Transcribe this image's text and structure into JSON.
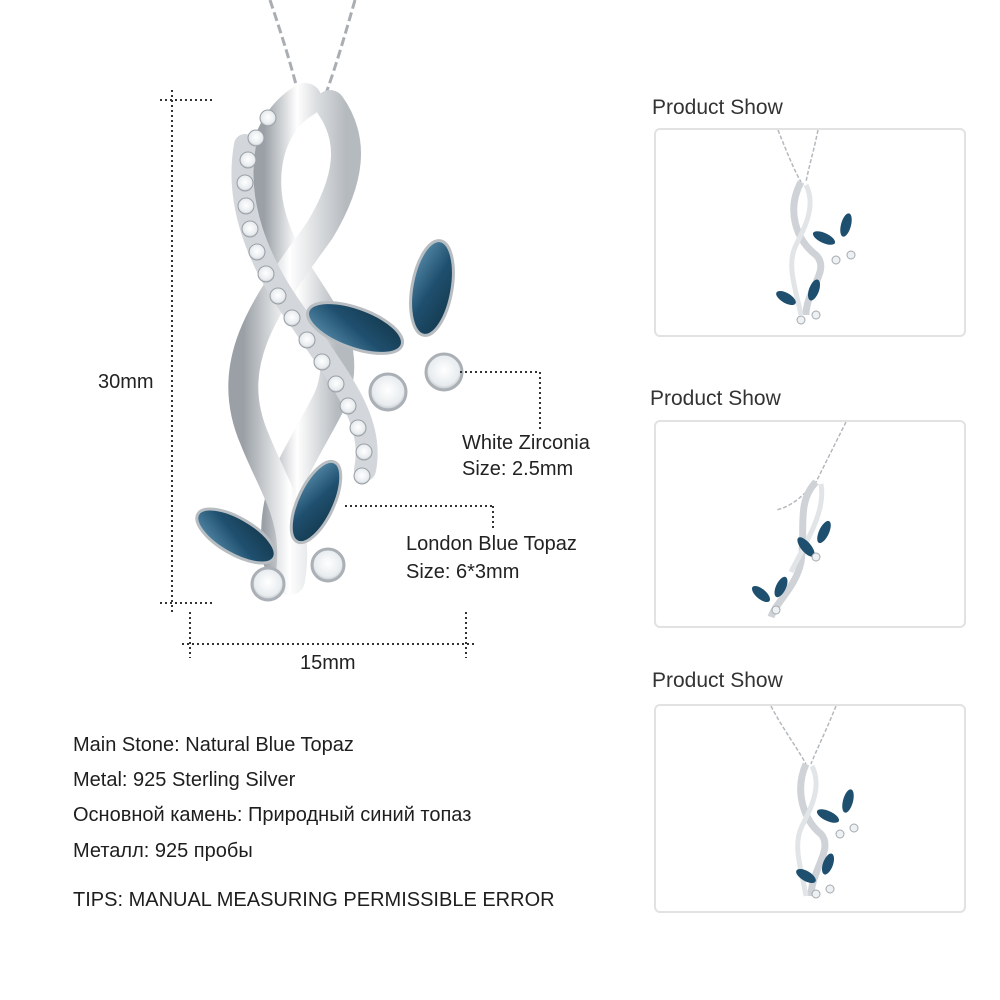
{
  "dimensions": {
    "height_label": "30mm",
    "width_label": "15mm"
  },
  "callouts": {
    "zirconia": {
      "name": "White  Zirconia",
      "size": "Size: 2.5mm"
    },
    "topaz": {
      "name": "London Blue Topaz",
      "size": "Size: 6*3mm"
    }
  },
  "specs": [
    "Main Stone: Natural Blue Topaz",
    "Metal: 925 Sterling Silver",
    "Основной камень: Природный синий топаз",
    "Металл: 925 пробы"
  ],
  "tips": "TIPS: MANUAL MEASURING PERMISSIBLE ERROR",
  "product_show": [
    {
      "title": "Product Show"
    },
    {
      "title": "Product Show"
    },
    {
      "title": "Product Show"
    }
  ],
  "colors": {
    "topaz": "#1f4f6e",
    "topaz_light": "#4f87a6",
    "silver": "#c9ccd0",
    "silver_dark": "#8e9398",
    "thumb_border": "#e2e2e2"
  },
  "icons": {
    "main_image": "pendant-necklace-illustration",
    "thumbs": [
      "pendant-front-view",
      "pendant-angle-view",
      "pendant-front-view"
    ]
  }
}
